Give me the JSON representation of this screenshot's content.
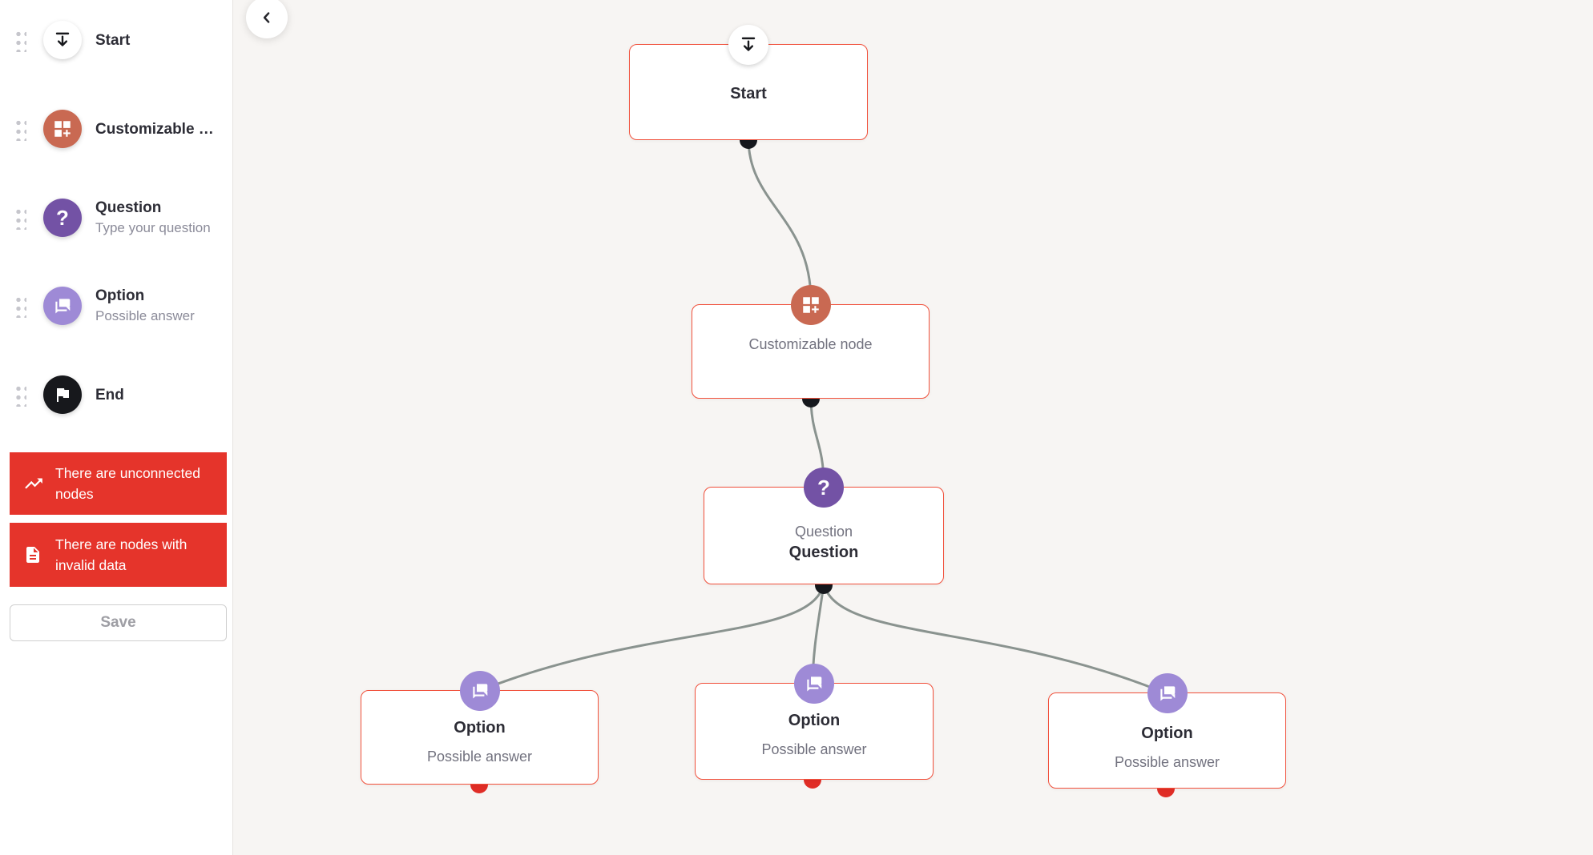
{
  "palette": {
    "items": [
      {
        "label": "Start"
      },
      {
        "label": "Customizable …"
      },
      {
        "label": "Question",
        "subtitle": "Type your question"
      },
      {
        "label": "Option",
        "subtitle": "Possible answer"
      },
      {
        "label": "End"
      }
    ],
    "warnings": [
      {
        "text": "There are unconnected nodes"
      },
      {
        "text": "There are nodes with invalid data"
      }
    ],
    "save_label": "Save"
  },
  "canvas": {
    "nodes": {
      "start": {
        "title": "Start"
      },
      "customizable": {
        "title": "Customizable node"
      },
      "question": {
        "type_label": "Question",
        "title": "Question"
      },
      "options": [
        {
          "title": "Option",
          "subtitle": "Possible answer"
        },
        {
          "title": "Option",
          "subtitle": "Possible answer"
        },
        {
          "title": "Option",
          "subtitle": "Possible answer"
        }
      ]
    }
  },
  "colors": {
    "warning_red": "#e5342b",
    "node_border_red": "#f1503b",
    "invalid_port_red": "#e02d26",
    "port_black": "#16181d",
    "edge_gray": "#8a938f",
    "customizable_orange": "#c96952",
    "question_purple": "#7352a5",
    "option_lilac": "#9e8ad6",
    "canvas_bg": "#f7f5f3"
  }
}
